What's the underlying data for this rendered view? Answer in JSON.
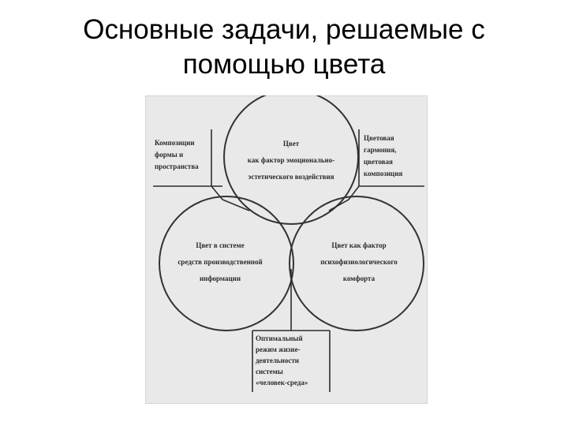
{
  "slide": {
    "title_line1": "Основные задачи, решаемые с",
    "title_line2": "помощью цвета"
  },
  "diagram": {
    "top_circle": {
      "line1": "Цвет",
      "line2": "как фактор эмоционально-",
      "line3": "эстетического воздействия"
    },
    "left_circle": {
      "line1": "Цвет в системе",
      "line2": "средств производственной",
      "line3": "информации"
    },
    "right_circle": {
      "line1": "Цвет как фактор",
      "line2": "психофизиологического",
      "line3": "комфорта"
    },
    "label_top_left": {
      "line1": "Композиции",
      "line2": "формы и",
      "line3": "пространства"
    },
    "label_top_right": {
      "line1": "Цветовая",
      "line2": "гармония,",
      "line3": "цветовая",
      "line4": "композиция"
    },
    "label_bottom": {
      "line1": "Оптимальный",
      "line2": "режим жизне-",
      "line3": "деятельности",
      "line4": "системы",
      "line5": "«человек-среда»"
    }
  }
}
